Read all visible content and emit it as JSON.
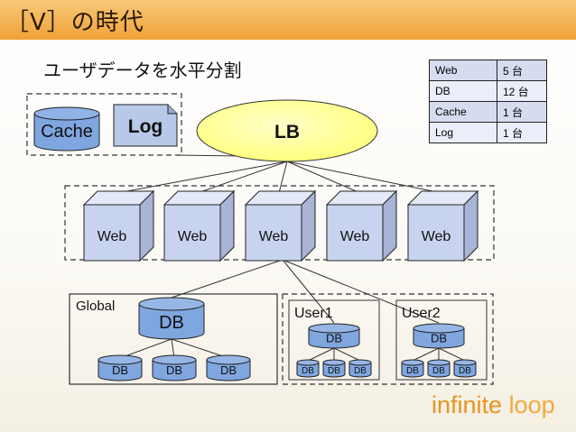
{
  "slide": {
    "title": "［V］の時代",
    "subtitle": "ユーザデータを水平分割"
  },
  "counts": [
    {
      "name": "Web",
      "count": "5 台"
    },
    {
      "name": "DB",
      "count": "12 台"
    },
    {
      "name": "Cache",
      "count": "1 台"
    },
    {
      "name": "Log",
      "count": "1 台"
    }
  ],
  "nodes": {
    "cache": "Cache",
    "log": "Log",
    "lb": "LB",
    "web": [
      "Web",
      "Web",
      "Web",
      "Web",
      "Web"
    ],
    "global": {
      "label": "Global",
      "master": "DB",
      "slaves": [
        "DB",
        "DB",
        "DB"
      ]
    },
    "user1": {
      "label": "User1",
      "master": "DB",
      "slaves": [
        "DB",
        "DB",
        "DB"
      ]
    },
    "user2": {
      "label": "User2",
      "master": "DB",
      "slaves": [
        "DB",
        "DB",
        "DB"
      ]
    }
  },
  "logo": {
    "part1": "infinite ",
    "part2": "loop"
  },
  "colors": {
    "db_fill": "#7fa6df",
    "web_front": "#c8d4ef",
    "web_side": "#a9b4d6",
    "lb_fill": "#ffff99",
    "log_fill": "#b7c8e8",
    "title_bar": "#f0a238"
  }
}
